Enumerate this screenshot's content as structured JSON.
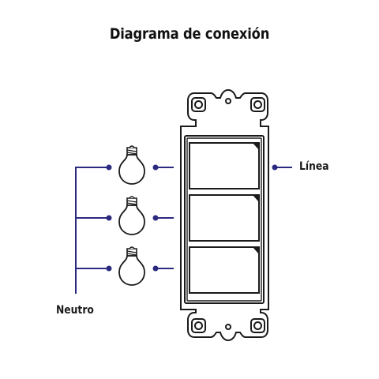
{
  "diagram": {
    "title": "Diagrama de conexión",
    "labels": {
      "line": "Línea",
      "neutral": "Neutro"
    },
    "components": {
      "switches": 3,
      "bulbs": 3
    },
    "colors": {
      "wire": "#2b2a7f",
      "outline": "#1a1a1a",
      "background": "#ffffff"
    }
  }
}
